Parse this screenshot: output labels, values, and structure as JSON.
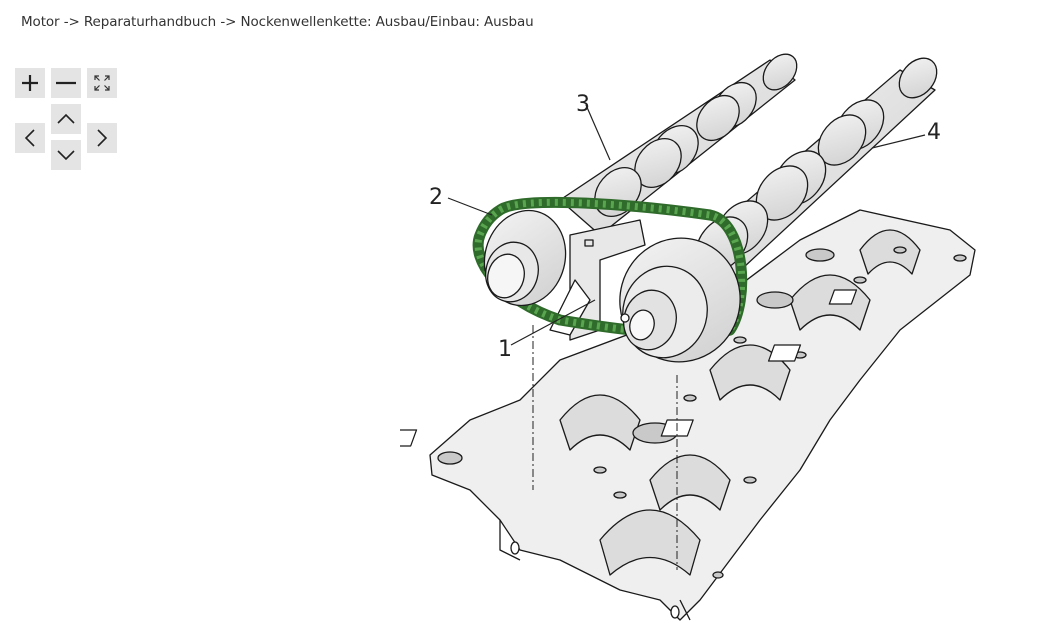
{
  "breadcrumb": {
    "text": "Motor -> Reparaturhandbuch -> Nockenwellenkette: Ausbau/Einbau: Ausbau",
    "items": [
      "Motor",
      "Reparaturhandbuch",
      "Nockenwellenkette: Ausbau/Einbau: Ausbau"
    ]
  },
  "controls": {
    "zoom_in": {
      "icon": "plus-icon"
    },
    "zoom_out": {
      "icon": "minus-icon"
    },
    "fit": {
      "icon": "expand-icon"
    },
    "pan_up": {
      "icon": "chevron-up-icon"
    },
    "pan_left": {
      "icon": "chevron-left-icon"
    },
    "pan_right": {
      "icon": "chevron-right-icon"
    },
    "pan_down": {
      "icon": "chevron-down-icon"
    },
    "button_bg": "#e4e4e4"
  },
  "figure": {
    "subject": "Zylinderkopf mit Nockenwellen und Steuerkette",
    "highlight_color": "#4d9a45",
    "callouts": [
      {
        "id": "1",
        "label": "1"
      },
      {
        "id": "2",
        "label": "2"
      },
      {
        "id": "3",
        "label": "3"
      },
      {
        "id": "4",
        "label": "4"
      }
    ]
  }
}
